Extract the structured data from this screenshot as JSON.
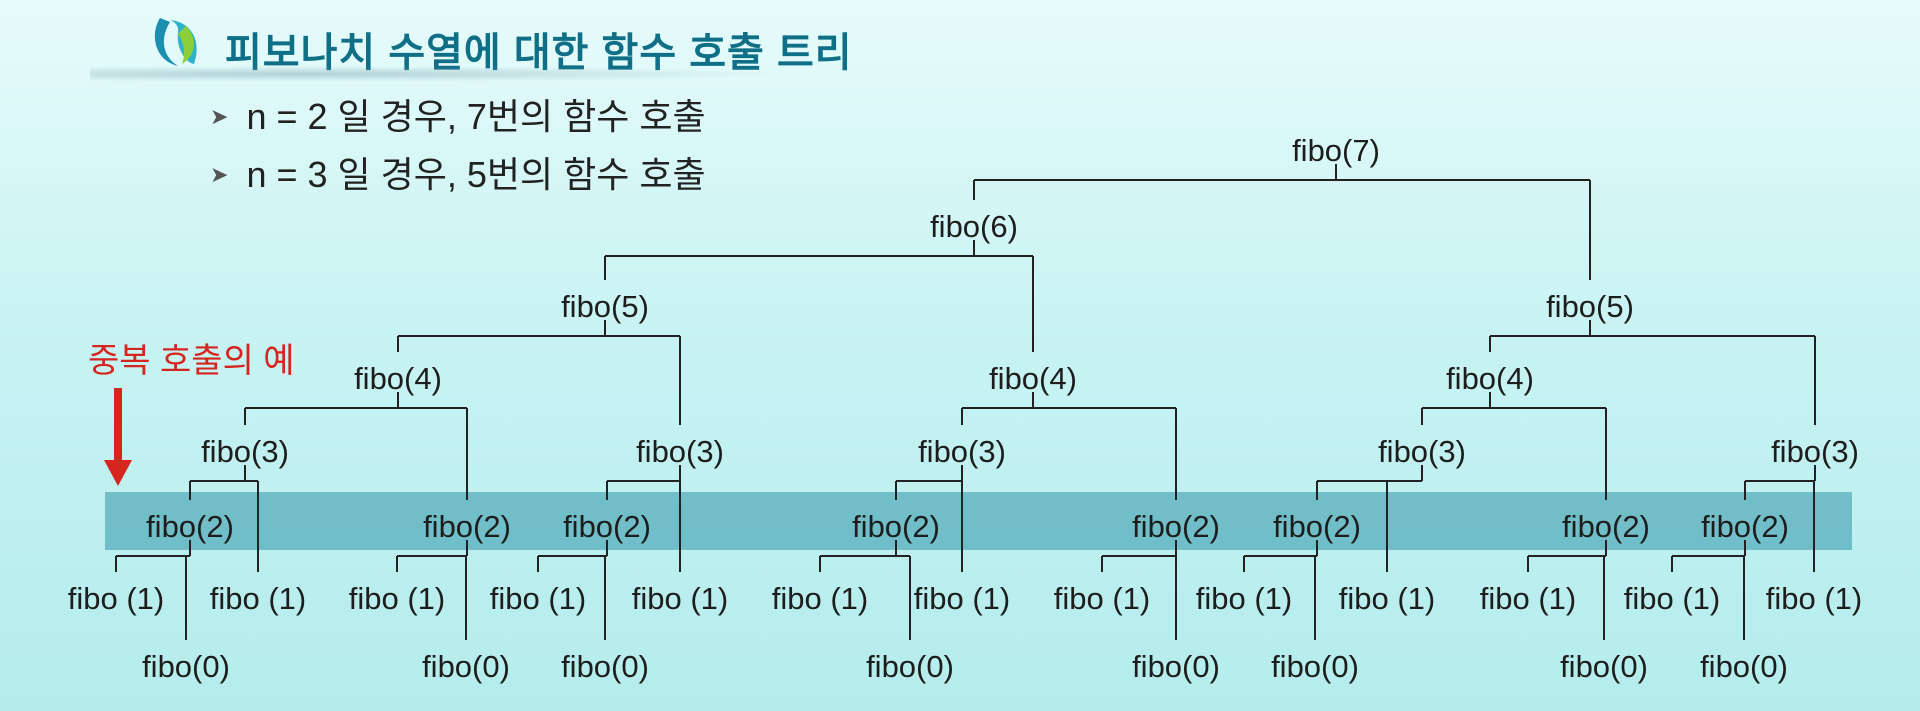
{
  "slide": {
    "title": "피보나치 수열에 대한 함수 호출 트리",
    "bullets": [
      "n = 2 일 경우, 7번의 함수 호출",
      "n = 3 일 경우, 5번의 함수 호출"
    ],
    "duplicate_label": "중복 호출의 예"
  },
  "colors": {
    "title": "#0f6f86",
    "accent_red": "#d6241e",
    "highlight": "#3296aa",
    "text": "#1d1d1d"
  },
  "tree": {
    "root": "fibo(7)",
    "highlight_row": "fibo(2)",
    "nodes": [
      {
        "id": "n7",
        "label": "fibo(7)"
      },
      {
        "id": "a6",
        "label": "fibo(6)"
      },
      {
        "id": "b5",
        "label": "fibo(5)"
      },
      {
        "id": "c5",
        "label": "fibo(5)"
      },
      {
        "id": "d4",
        "label": "fibo(4)"
      },
      {
        "id": "e4",
        "label": "fibo(4)"
      },
      {
        "id": "f4",
        "label": "fibo(4)"
      },
      {
        "id": "g3",
        "label": "fibo(3)"
      },
      {
        "id": "h3",
        "label": "fibo(3)"
      },
      {
        "id": "i3",
        "label": "fibo(3)"
      },
      {
        "id": "j3",
        "label": "fibo(3)"
      },
      {
        "id": "k3",
        "label": "fibo(3)"
      },
      {
        "id": "l2",
        "label": "fibo(2)"
      },
      {
        "id": "m2",
        "label": "fibo(2)"
      },
      {
        "id": "n2",
        "label": "fibo(2)"
      },
      {
        "id": "o2",
        "label": "fibo(2)"
      },
      {
        "id": "p2",
        "label": "fibo(2)"
      },
      {
        "id": "q2",
        "label": "fibo(2)"
      },
      {
        "id": "r2",
        "label": "fibo(2)"
      },
      {
        "id": "s2",
        "label": "fibo(2)"
      },
      {
        "id": "t1",
        "label": "fibo (1)"
      },
      {
        "id": "u1",
        "label": "fibo (1)"
      },
      {
        "id": "v1",
        "label": "fibo (1)"
      },
      {
        "id": "w1",
        "label": "fibo (1)"
      },
      {
        "id": "x1",
        "label": "fibo (1)"
      },
      {
        "id": "y1",
        "label": "fibo (1)"
      },
      {
        "id": "z1",
        "label": "fibo (1)"
      },
      {
        "id": "aa1",
        "label": "fibo (1)"
      },
      {
        "id": "ab1",
        "label": "fibo (1)"
      },
      {
        "id": "ac1",
        "label": "fibo (1)"
      },
      {
        "id": "ad1",
        "label": "fibo (1)"
      },
      {
        "id": "ae1",
        "label": "fibo (1)"
      },
      {
        "id": "af1",
        "label": "fibo (1)"
      },
      {
        "id": "ag1",
        "label": "fibo (1)"
      },
      {
        "id": "ah0",
        "label": "fibo(0)"
      },
      {
        "id": "ai0",
        "label": "fibo(0)"
      },
      {
        "id": "aj0",
        "label": "fibo(0)"
      },
      {
        "id": "ak0",
        "label": "fibo(0)"
      },
      {
        "id": "al0",
        "label": "fibo(0)"
      },
      {
        "id": "am0",
        "label": "fibo(0)"
      },
      {
        "id": "an0",
        "label": "fibo(0)"
      },
      {
        "id": "ao0",
        "label": "fibo(0)"
      }
    ],
    "edges": [
      [
        "n7",
        "a6"
      ],
      [
        "n7",
        "c5"
      ],
      [
        "a6",
        "b5"
      ],
      [
        "a6",
        "e4"
      ],
      [
        "b5",
        "d4"
      ],
      [
        "b5",
        "h3"
      ],
      [
        "d4",
        "g3"
      ],
      [
        "d4",
        "m2"
      ],
      [
        "g3",
        "l2"
      ],
      [
        "g3",
        "u1"
      ],
      [
        "l2",
        "t1"
      ],
      [
        "l2",
        "ah0"
      ],
      [
        "m2",
        "v1"
      ],
      [
        "m2",
        "ai0"
      ],
      [
        "h3",
        "n2"
      ],
      [
        "h3",
        "x1"
      ],
      [
        "n2",
        "w1"
      ],
      [
        "n2",
        "aj0"
      ],
      [
        "e4",
        "i3"
      ],
      [
        "e4",
        "p2"
      ],
      [
        "i3",
        "o2"
      ],
      [
        "i3",
        "z1"
      ],
      [
        "o2",
        "y1"
      ],
      [
        "o2",
        "ak0"
      ],
      [
        "p2",
        "aa1"
      ],
      [
        "p2",
        "al0"
      ],
      [
        "c5",
        "f4"
      ],
      [
        "c5",
        "k3"
      ],
      [
        "f4",
        "j3"
      ],
      [
        "f4",
        "r2"
      ],
      [
        "j3",
        "q2"
      ],
      [
        "j3",
        "ac1"
      ],
      [
        "q2",
        "ab1"
      ],
      [
        "q2",
        "am0"
      ],
      [
        "r2",
        "ad1"
      ],
      [
        "r2",
        "an0"
      ],
      [
        "k3",
        "s2"
      ],
      [
        "k3",
        "ag1"
      ],
      [
        "s2",
        "ae1"
      ],
      [
        "s2",
        "ao0"
      ],
      [
        "af1",
        "s2"
      ]
    ]
  }
}
